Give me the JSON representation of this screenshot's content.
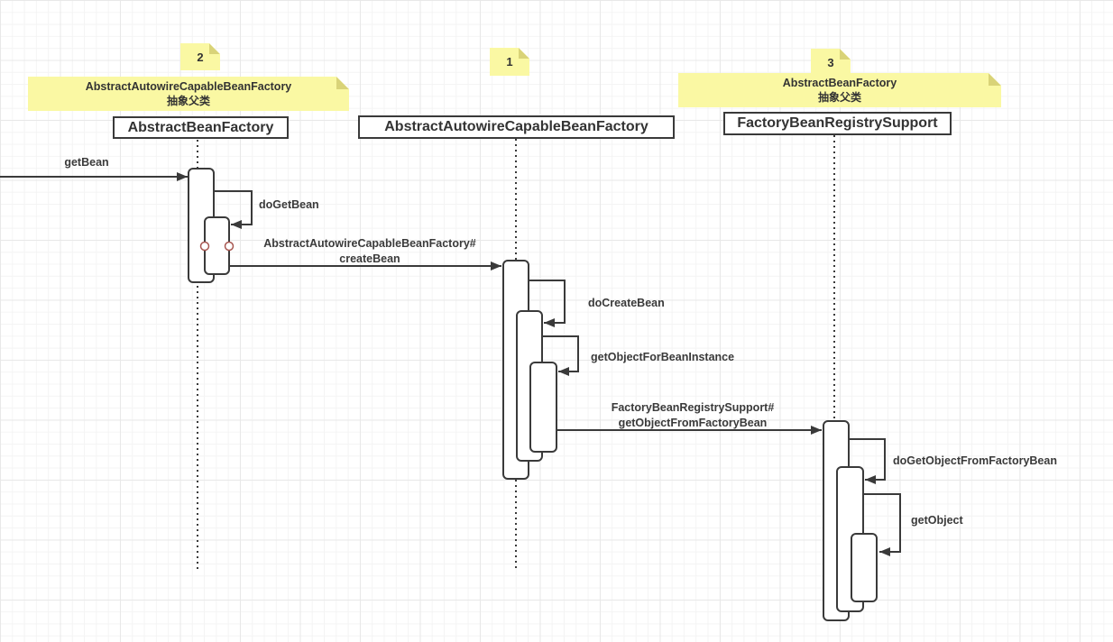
{
  "stickies": [
    {
      "label": "2"
    },
    {
      "label": "1"
    },
    {
      "label": "3"
    }
  ],
  "notes": [
    {
      "title": "AbstractAutowireCapableBeanFactory",
      "subtitle": "抽象父类"
    },
    {
      "title": "AbstractBeanFactory",
      "subtitle": "抽象父类"
    }
  ],
  "lifelines": [
    {
      "name": "AbstractBeanFactory"
    },
    {
      "name": "AbstractAutowireCapableBeanFactory"
    },
    {
      "name": "FactoryBeanRegistrySupport"
    }
  ],
  "messages": {
    "get_bean": "getBean",
    "do_get_bean": "doGetBean",
    "create_bean_line1": "AbstractAutowireCapableBeanFactory#",
    "create_bean_line2": "createBean",
    "do_create_bean": "doCreateBean",
    "get_object_for_bean_instance": "getObjectForBeanInstance",
    "get_object_from_factory_bean_line1": "FactoryBeanRegistrySupport#",
    "get_object_from_factory_bean_line2": "getObjectFromFactoryBean",
    "do_get_object_from_factory_bean": "doGetObjectFromFactoryBean",
    "get_object": "getObject"
  },
  "colors": {
    "note_fill": "#FAF8A3",
    "note_fold": "#D9D378",
    "line": "#3A3A3A",
    "endpoint": "#A85751"
  }
}
